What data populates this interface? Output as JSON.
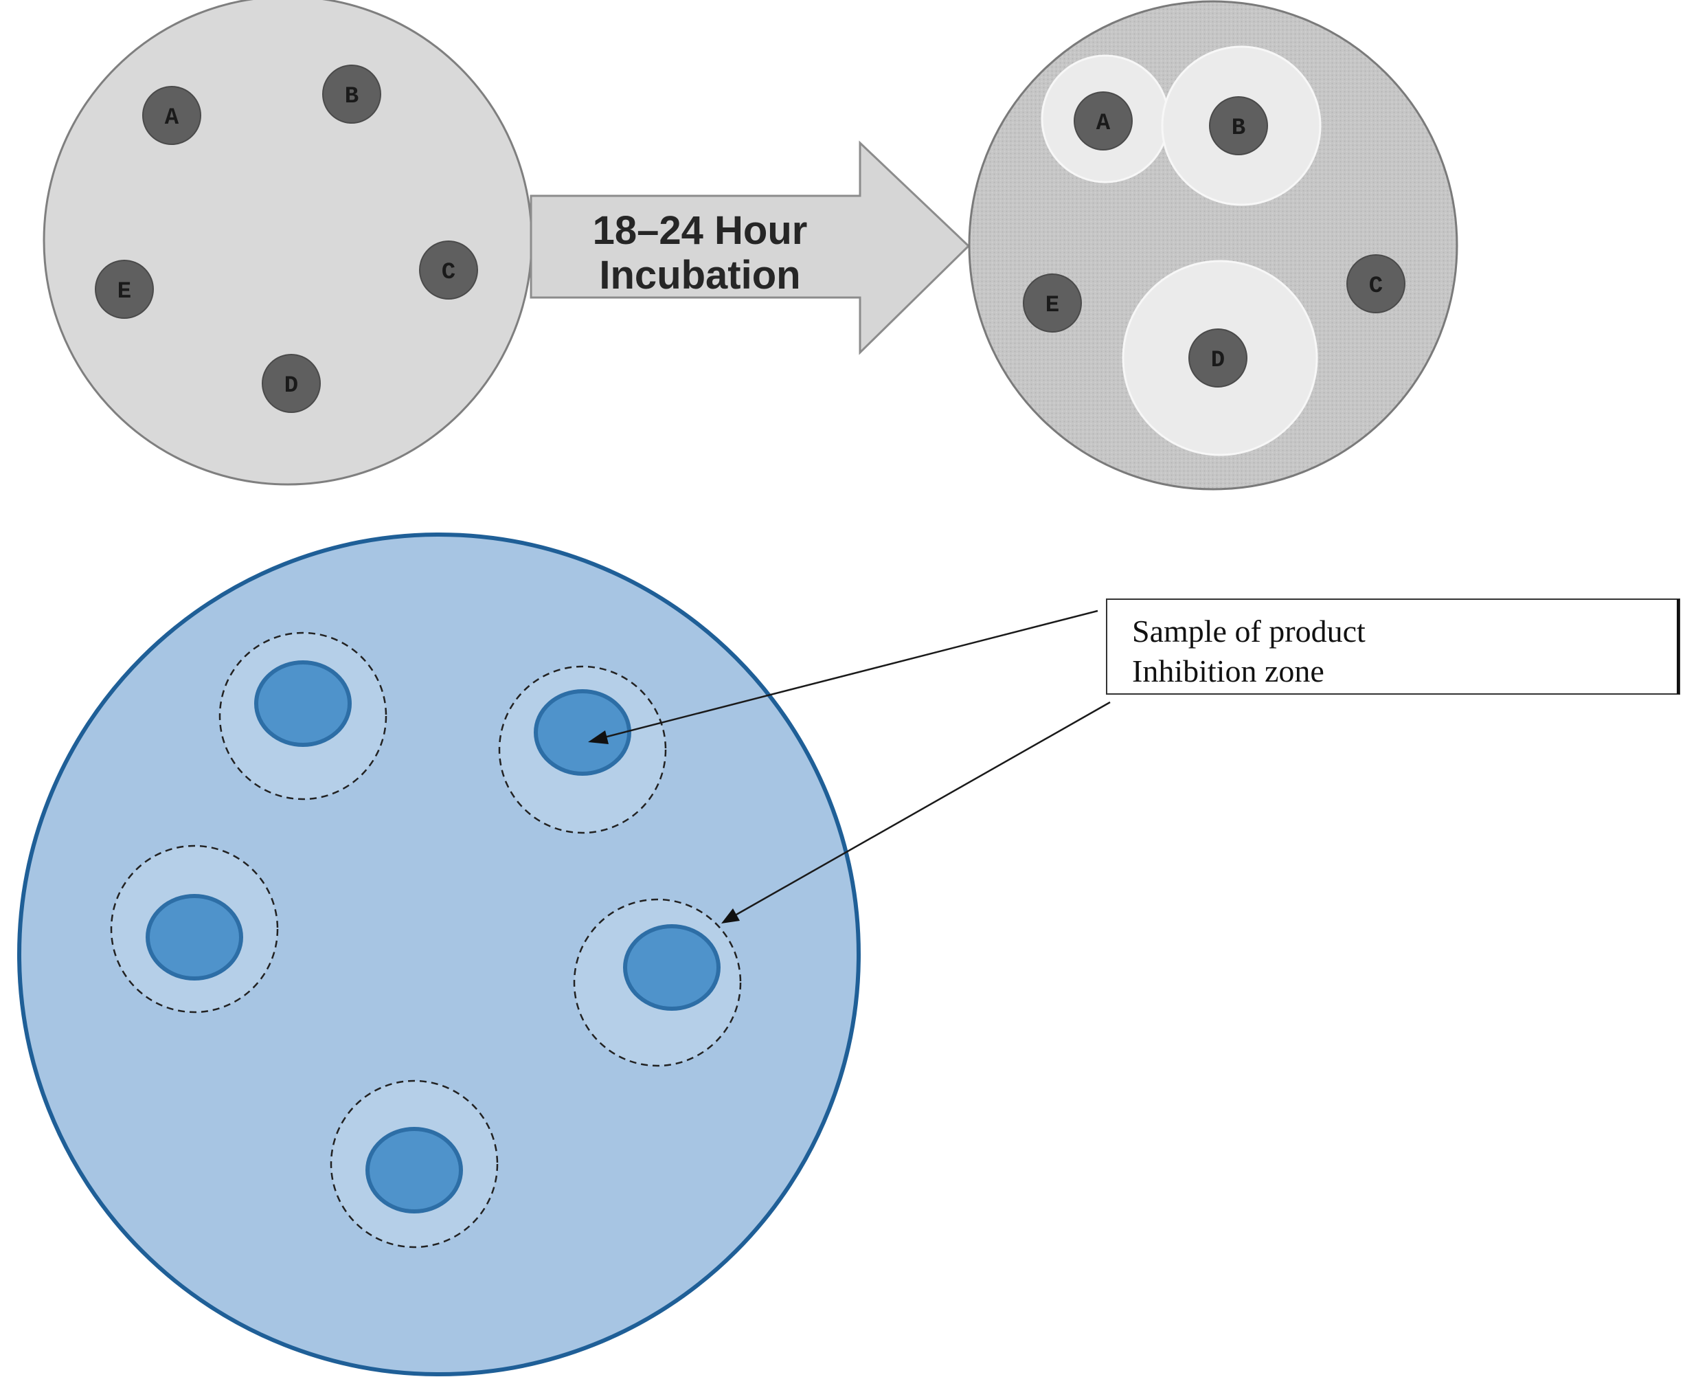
{
  "arrow": {
    "line1": "18–24 Hour",
    "line2": "Incubation"
  },
  "before_plate": {
    "discs": [
      "A",
      "B",
      "C",
      "D",
      "E"
    ]
  },
  "after_plate": {
    "discs": [
      "A",
      "B",
      "C",
      "D",
      "E"
    ]
  },
  "legend": {
    "line1": "Sample of product",
    "line2": "Inhibition zone"
  },
  "colors": {
    "plate_before": "#d9d9d9",
    "plate_after": "#c8c8c8",
    "disc": "#5f5f5f",
    "clear_zone": "#ebebeb",
    "blue_plate": "#a7c5e3",
    "blue_plate_border": "#1f5f97",
    "blue_zone": "#b5cfe8",
    "blue_sample": "#4f93cb",
    "blue_sample_border": "#2d6ea6"
  }
}
